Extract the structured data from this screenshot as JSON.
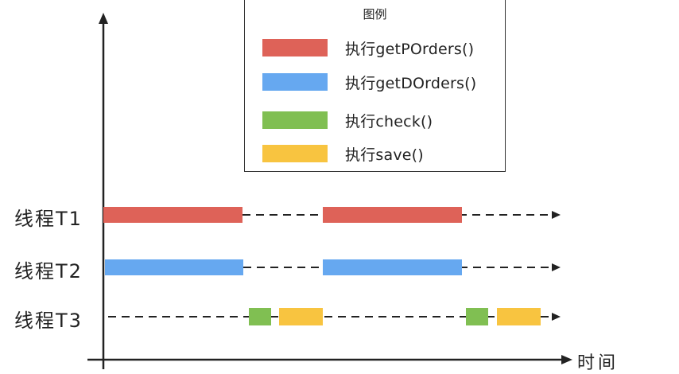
{
  "legend": {
    "title": "图例",
    "items": [
      {
        "label": "执行getPOrders()",
        "color": "#de6258"
      },
      {
        "label": "执行getDOrders()",
        "color": "#66a8f0"
      },
      {
        "label": "执行check()",
        "color": "#80bf52"
      },
      {
        "label": "执行save()",
        "color": "#f8c440"
      }
    ]
  },
  "threads": [
    {
      "label": "线程T1"
    },
    {
      "label": "线程T2"
    },
    {
      "label": "线程T3"
    }
  ],
  "axis": {
    "x_label": "时间"
  },
  "colors": {
    "axis": "#222222",
    "dash": "#222222"
  }
}
